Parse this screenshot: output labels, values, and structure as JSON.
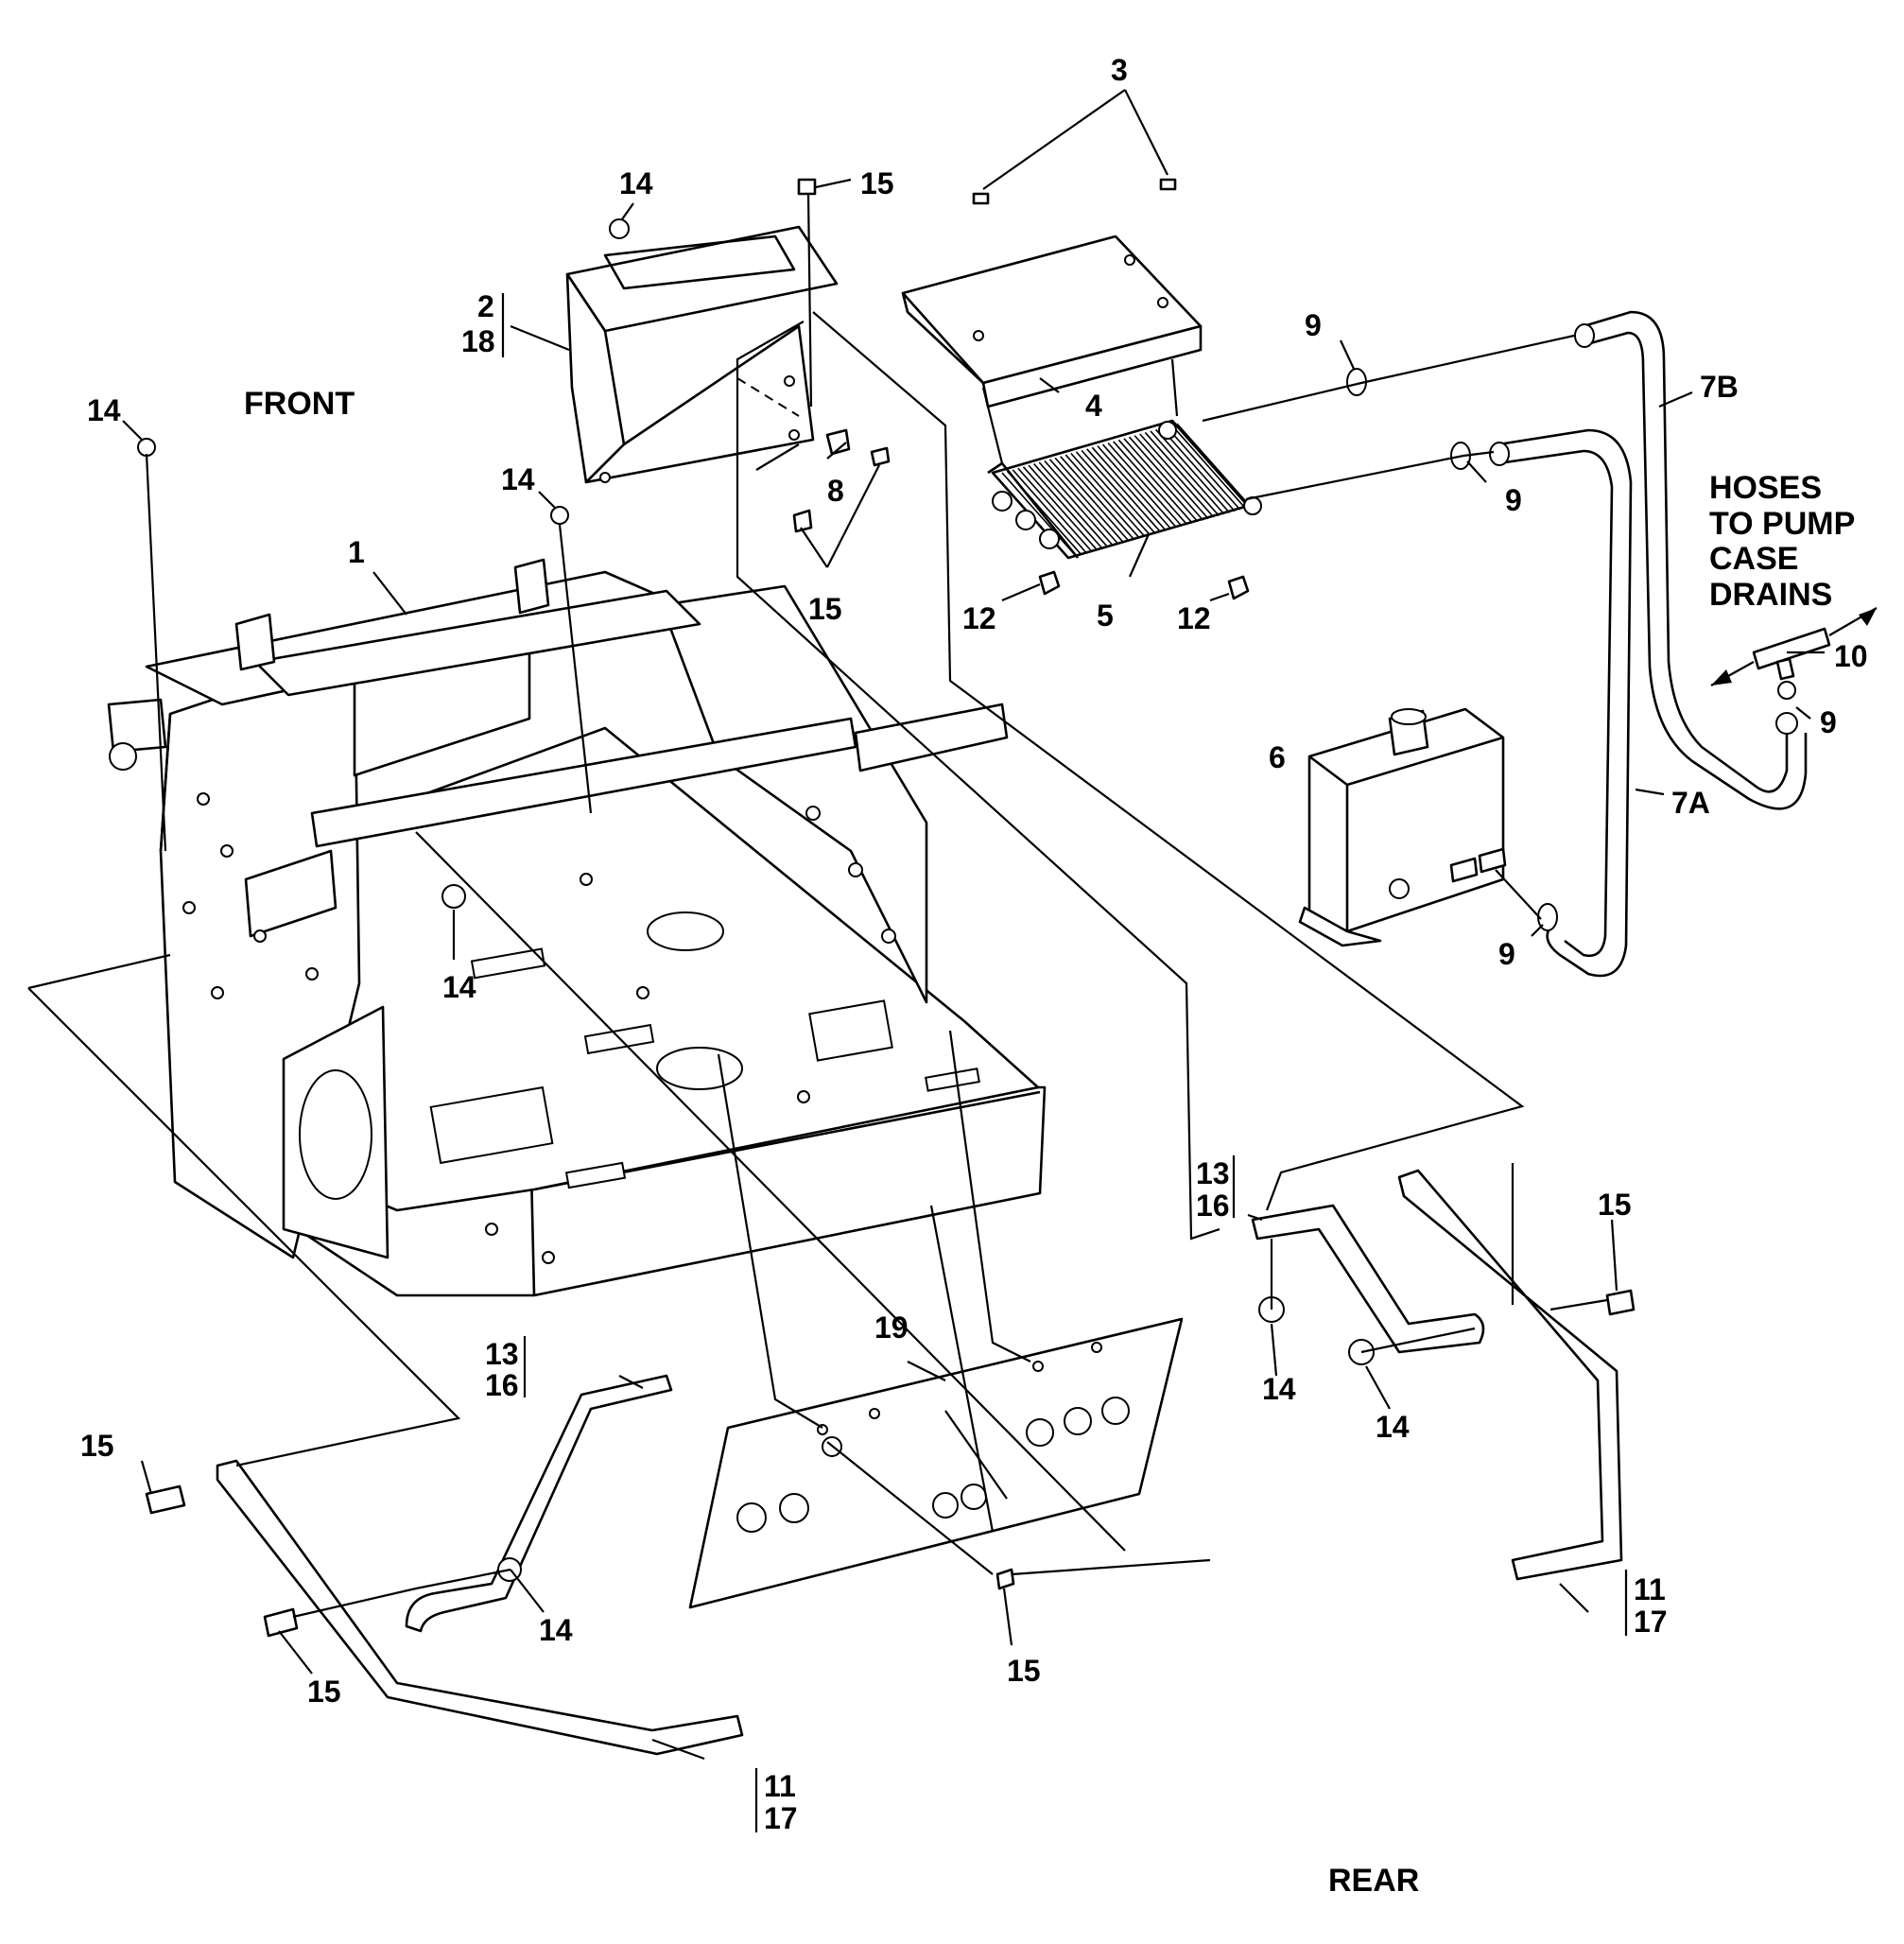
{
  "diagram": {
    "orientation": {
      "front": "FRONT",
      "rear": "REAR"
    },
    "note": {
      "lines": [
        "HOSES",
        "TO PUMP",
        "CASE",
        "DRAINS"
      ]
    },
    "callouts": {
      "c1": "1",
      "c2_18_top": "2",
      "c2_18_bottom": "18",
      "c3": "3",
      "c4": "4",
      "c5": "5",
      "c6": "6",
      "c7a": "7A",
      "c7b": "7B",
      "c8": "8",
      "c9_a": "9",
      "c9_b": "9",
      "c9_c": "9",
      "c9_d": "9",
      "c10": "10",
      "c12_a": "12",
      "c12_b": "12",
      "c14_a": "14",
      "c14_b": "14",
      "c14_c": "14",
      "c14_d": "14",
      "c14_e": "14",
      "c14_f": "14",
      "c14_g": "14",
      "c15_a": "15",
      "c15_b": "15",
      "c15_c": "15",
      "c15_d": "15",
      "c15_e": "15",
      "c15_f": "15",
      "c19": "19",
      "c13_16_left_top": "13",
      "c13_16_left_bottom": "16",
      "c13_16_right_top": "13",
      "c13_16_right_bottom": "16",
      "c11_17_left_top": "11",
      "c11_17_left_bottom": "17",
      "c11_17_right_top": "11",
      "c11_17_right_bottom": "17"
    }
  }
}
